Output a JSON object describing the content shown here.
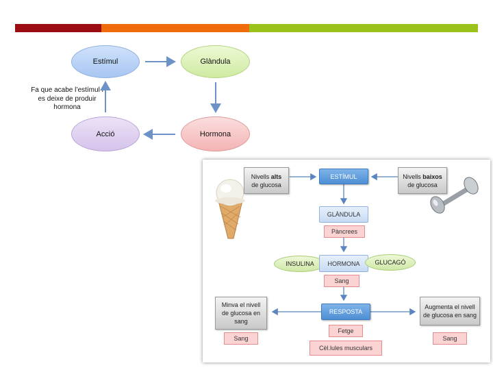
{
  "cycle": {
    "estimul": "Estímul",
    "glandula": "Glàndula",
    "hormona": "Hormona",
    "accio": "Acció",
    "note": "Fa que acabe l’estímul i es deixe de produir hormona"
  },
  "regulation": {
    "high_glucose": {
      "pre": "Nivells ",
      "bold": "alts",
      "post": " de glucosa"
    },
    "low_glucose": {
      "pre": "Nivells ",
      "bold": "baixos",
      "post": " de glucosa"
    },
    "estimul": "ESTÍMUL",
    "glandula": "GLÀNDULA",
    "pancrees": "Pàncrees",
    "insulina": "INSULINA",
    "hormona": "HORMONA",
    "glucago": "GLUCAGÓ",
    "sang_hormona": "Sang",
    "resposta": "RESPOSTA",
    "fetge": "Fetge",
    "cel_lules": "Cèl.lules musculars",
    "minva": "Minva el nivell de glucosa en sang",
    "minva_sang": "Sang",
    "augmenta": "Augmenta el nivell de glucosa en sang",
    "augmenta_sang": "Sang"
  },
  "colors": {
    "bar_red": "#9b0d12",
    "bar_orange": "#ef6b0c",
    "bar_green": "#9bc21a",
    "arrow": "#6d93c6"
  },
  "icons": [
    "ice-cream-cone-icon",
    "metal-dumbbell-icon"
  ]
}
